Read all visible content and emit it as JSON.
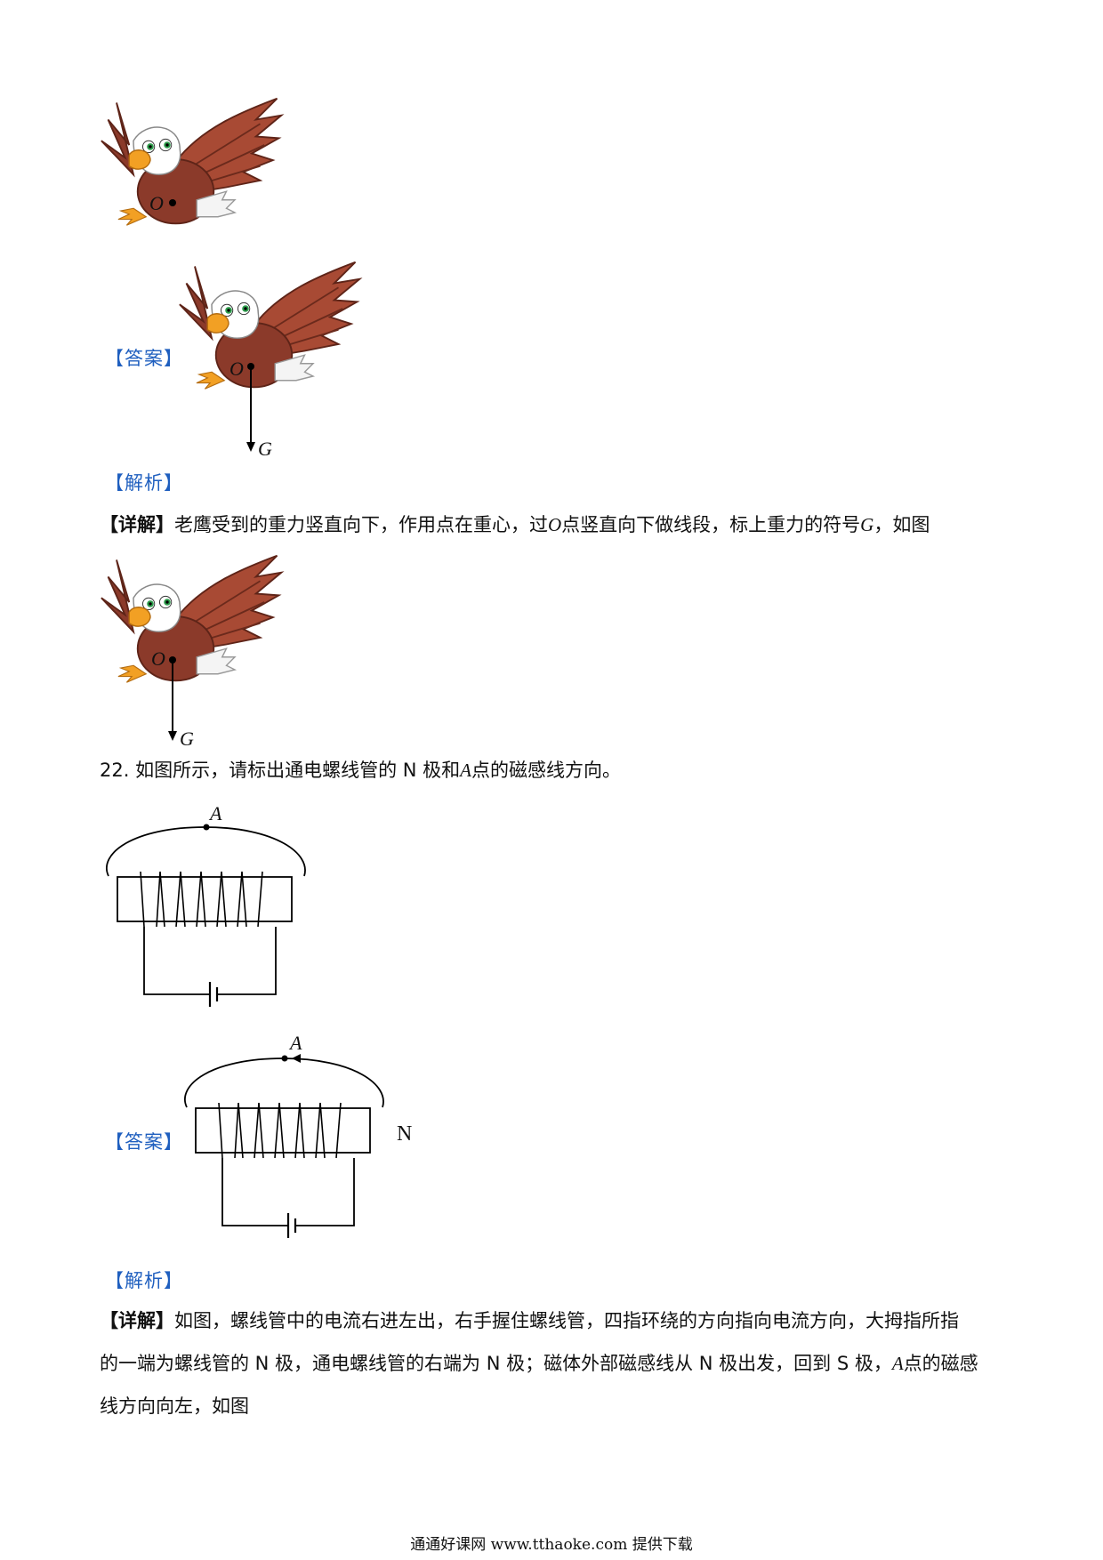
{
  "q21": {
    "answer_tag": "【答案】",
    "analysis_tag": "【解析】",
    "detail_tag": "【详解】",
    "detail_part1": "老鹰受到的重力竖直向下，作用点在重心，过",
    "detail_point": "O",
    "detail_part2": "点竖直向下做线段，标上重力的符号",
    "detail_symbol": "G",
    "detail_part3": "，如图",
    "label_o": "O",
    "label_g": "G"
  },
  "q22": {
    "number": "22.",
    "question_part1": "如图所示，请标出通电螺线管的 N 极和",
    "question_point": "A",
    "question_part2": "点的磁感线方向。",
    "label_a": "A",
    "label_n": "N",
    "answer_tag": "【答案】",
    "analysis_tag": "【解析】",
    "detail_tag": "【详解】",
    "detail_line1": "如图，螺线管中的电流右进左出，右手握住螺线管，四指环绕的方向指向电流方向，大拇指所指",
    "detail_line2_part1": "的一端为螺线管的 N 极，通电螺线管的右端为 N 极；磁体外部磁感线从 N 极出发，回到 S 极，",
    "detail_line2_point": "A",
    "detail_line2_part2": "点的磁感",
    "detail_line3": "线方向向左，如图"
  },
  "footer": {
    "text": "通通好课网 www.tthaoke.com 提供下载"
  },
  "colors": {
    "tag_blue": "#1f5fbf",
    "eagle_brown": "#8b3a2a",
    "eagle_dark": "#5e2418",
    "beak_orange": "#f2a024"
  }
}
